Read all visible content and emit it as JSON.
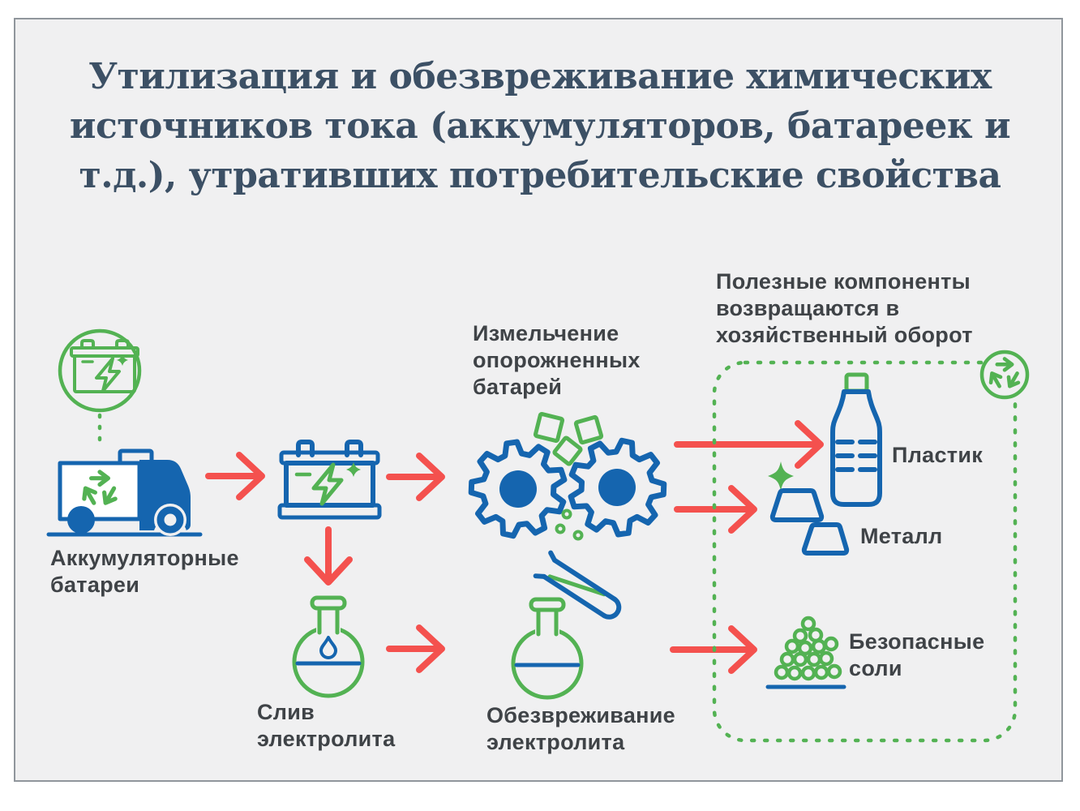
{
  "title": {
    "lines": [
      "Утилизация и обезвреживание химических",
      "источников тока (аккумуляторов, батареек и",
      "т.д.), утративших потребительские свойства"
    ],
    "color": "#3c5065"
  },
  "flow": {
    "batteries_label_lines": [
      "Аккумуляторные",
      "батареи"
    ],
    "shredding_label_lines": [
      "Измельчение",
      "опорожненных",
      "батарей"
    ],
    "draining_label_lines": [
      "Слив",
      "электролита"
    ],
    "neutralizing_label_lines": [
      "Обезвреживание",
      "электролита"
    ]
  },
  "outputs": {
    "heading_lines": [
      "Полезные компоненты",
      "возвращаются в",
      "хозяйственный оборот"
    ],
    "plastic_label": "Пластик",
    "metal_label": "Металл",
    "salts_label_lines": [
      "Безопасные",
      "соли"
    ]
  },
  "icons": {
    "spent-battery-badge-icon": "green circled car battery with lightning bolt",
    "recycling-truck-icon": "blue truck with green recycling arrows",
    "car-battery-icon": "blue car battery with green lightning bolt",
    "shredder-gears-icon": "two blue gears shredding green fragments",
    "drain-flask-icon": "green flask with blue drop and liquid line",
    "neutralize-flask-icon": "green flask with blue test tube pouring",
    "recycle-badge-icon": "green circle with recycling arrows",
    "plastic-bottle-icon": "blue plastic bottle with green cap",
    "metal-ingots-icon": "blue trapezoid ingots with green sparkle",
    "safe-salts-icon": "pile of green granules on blue line",
    "arrow-icon": "red process arrow"
  },
  "colors": {
    "green": "#53b253",
    "blue": "#1565af",
    "red": "#f4514e",
    "title_text": "#3c5065",
    "label_text": "#3f4347",
    "panel_bg": "#f0f0f1",
    "frame_border": "#90969c"
  }
}
